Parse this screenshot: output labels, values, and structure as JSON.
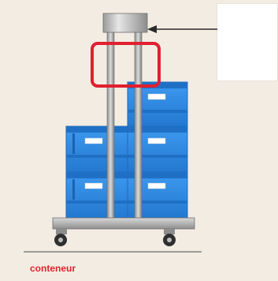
{
  "caption": "conteneur",
  "colors": {
    "background": "#f3ece2",
    "crate_blue": "#2f8be0",
    "crate_dark": "#1d6bbd",
    "highlight_red": "#e02030",
    "caption_red": "#e0242f",
    "metal_gray": "#a9a9a9"
  },
  "crates": {
    "left_stack_count": 2,
    "right_stack_count": 3
  },
  "callout": {
    "text": "",
    "pointer": "arrow-left"
  }
}
